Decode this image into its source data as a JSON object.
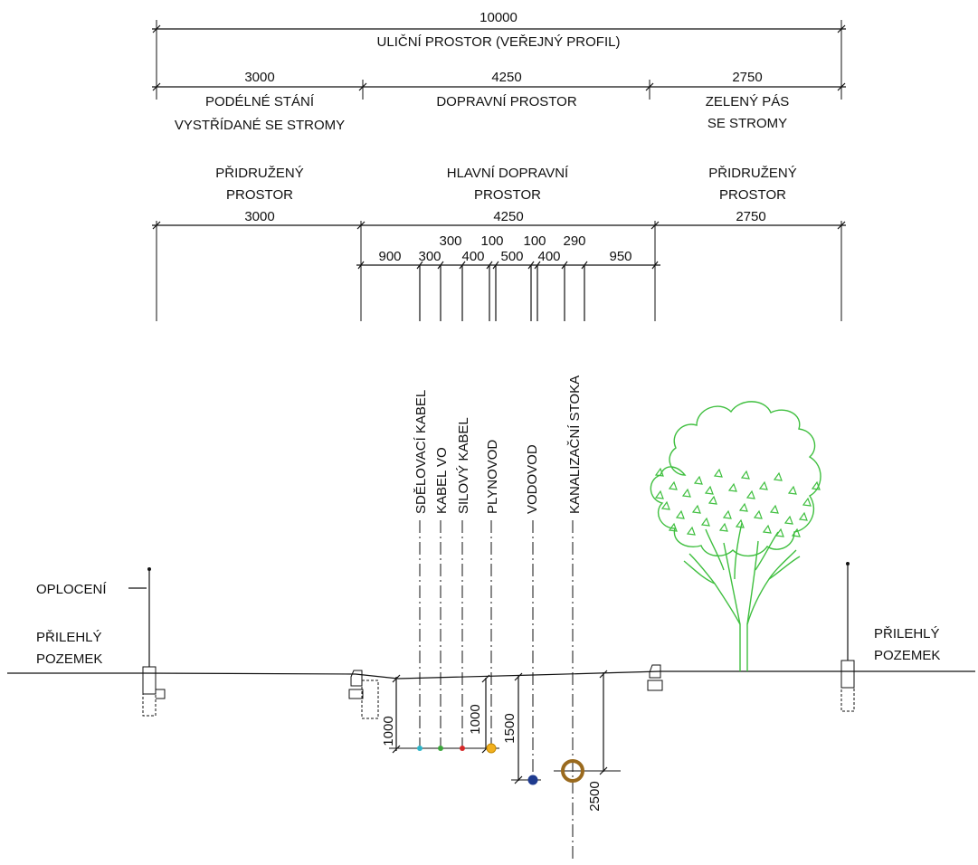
{
  "top_dims": {
    "total": {
      "value": "10000",
      "label": "ULIČNÍ PROSTOR (VEŘEJNÝ PROFIL)"
    },
    "segments": [
      {
        "value": "3000",
        "label1": "PODÉLNÉ STÁNÍ",
        "label2": "VYSTŘÍDANÉ SE STROMY"
      },
      {
        "value": "4250",
        "label1": "DOPRAVNÍ PROSTOR",
        "label2": ""
      },
      {
        "value": "2750",
        "label1": "ZELENÝ PÁS",
        "label2": "SE STROMY"
      }
    ]
  },
  "zones": [
    {
      "line1": "PŘIDRUŽENÝ",
      "line2": "PROSTOR",
      "value": "3000"
    },
    {
      "line1": "HLAVNÍ DOPRAVNÍ",
      "line2": "PROSTOR",
      "value": "4250"
    },
    {
      "line1": "PŘIDRUŽENÝ",
      "line2": "PROSTOR",
      "value": "2750"
    }
  ],
  "network_dims": [
    "900",
    "300",
    "300",
    "400",
    "100",
    "500",
    "100",
    "400",
    "290",
    "950"
  ],
  "utilities": [
    {
      "label": "SDĚLOVACÍ KABEL",
      "color": "#2bb5c9"
    },
    {
      "label": "KABEL VO",
      "color": "#3aa63a"
    },
    {
      "label": "SILOVÝ KABEL",
      "color": "#d62828"
    },
    {
      "label": "PLYNOVOD",
      "color": "#f2b01e"
    },
    {
      "label": "VODOVOD",
      "color": "#1f3b8f"
    },
    {
      "label": "KANALIZAČNÍ STOKA",
      "color": "#9a6a1e"
    }
  ],
  "depths": [
    "1000",
    "1000",
    "1500",
    "2500"
  ],
  "labels": {
    "fence": "OPLOCENÍ",
    "left_plot_1": "PŘILEHLÝ",
    "left_plot_2": "POZEMEK",
    "right_plot_1": "PŘILEHLÝ",
    "right_plot_2": "POZEMEK"
  },
  "colors": {
    "tree": "#3fbf3f",
    "line": "#111111"
  }
}
